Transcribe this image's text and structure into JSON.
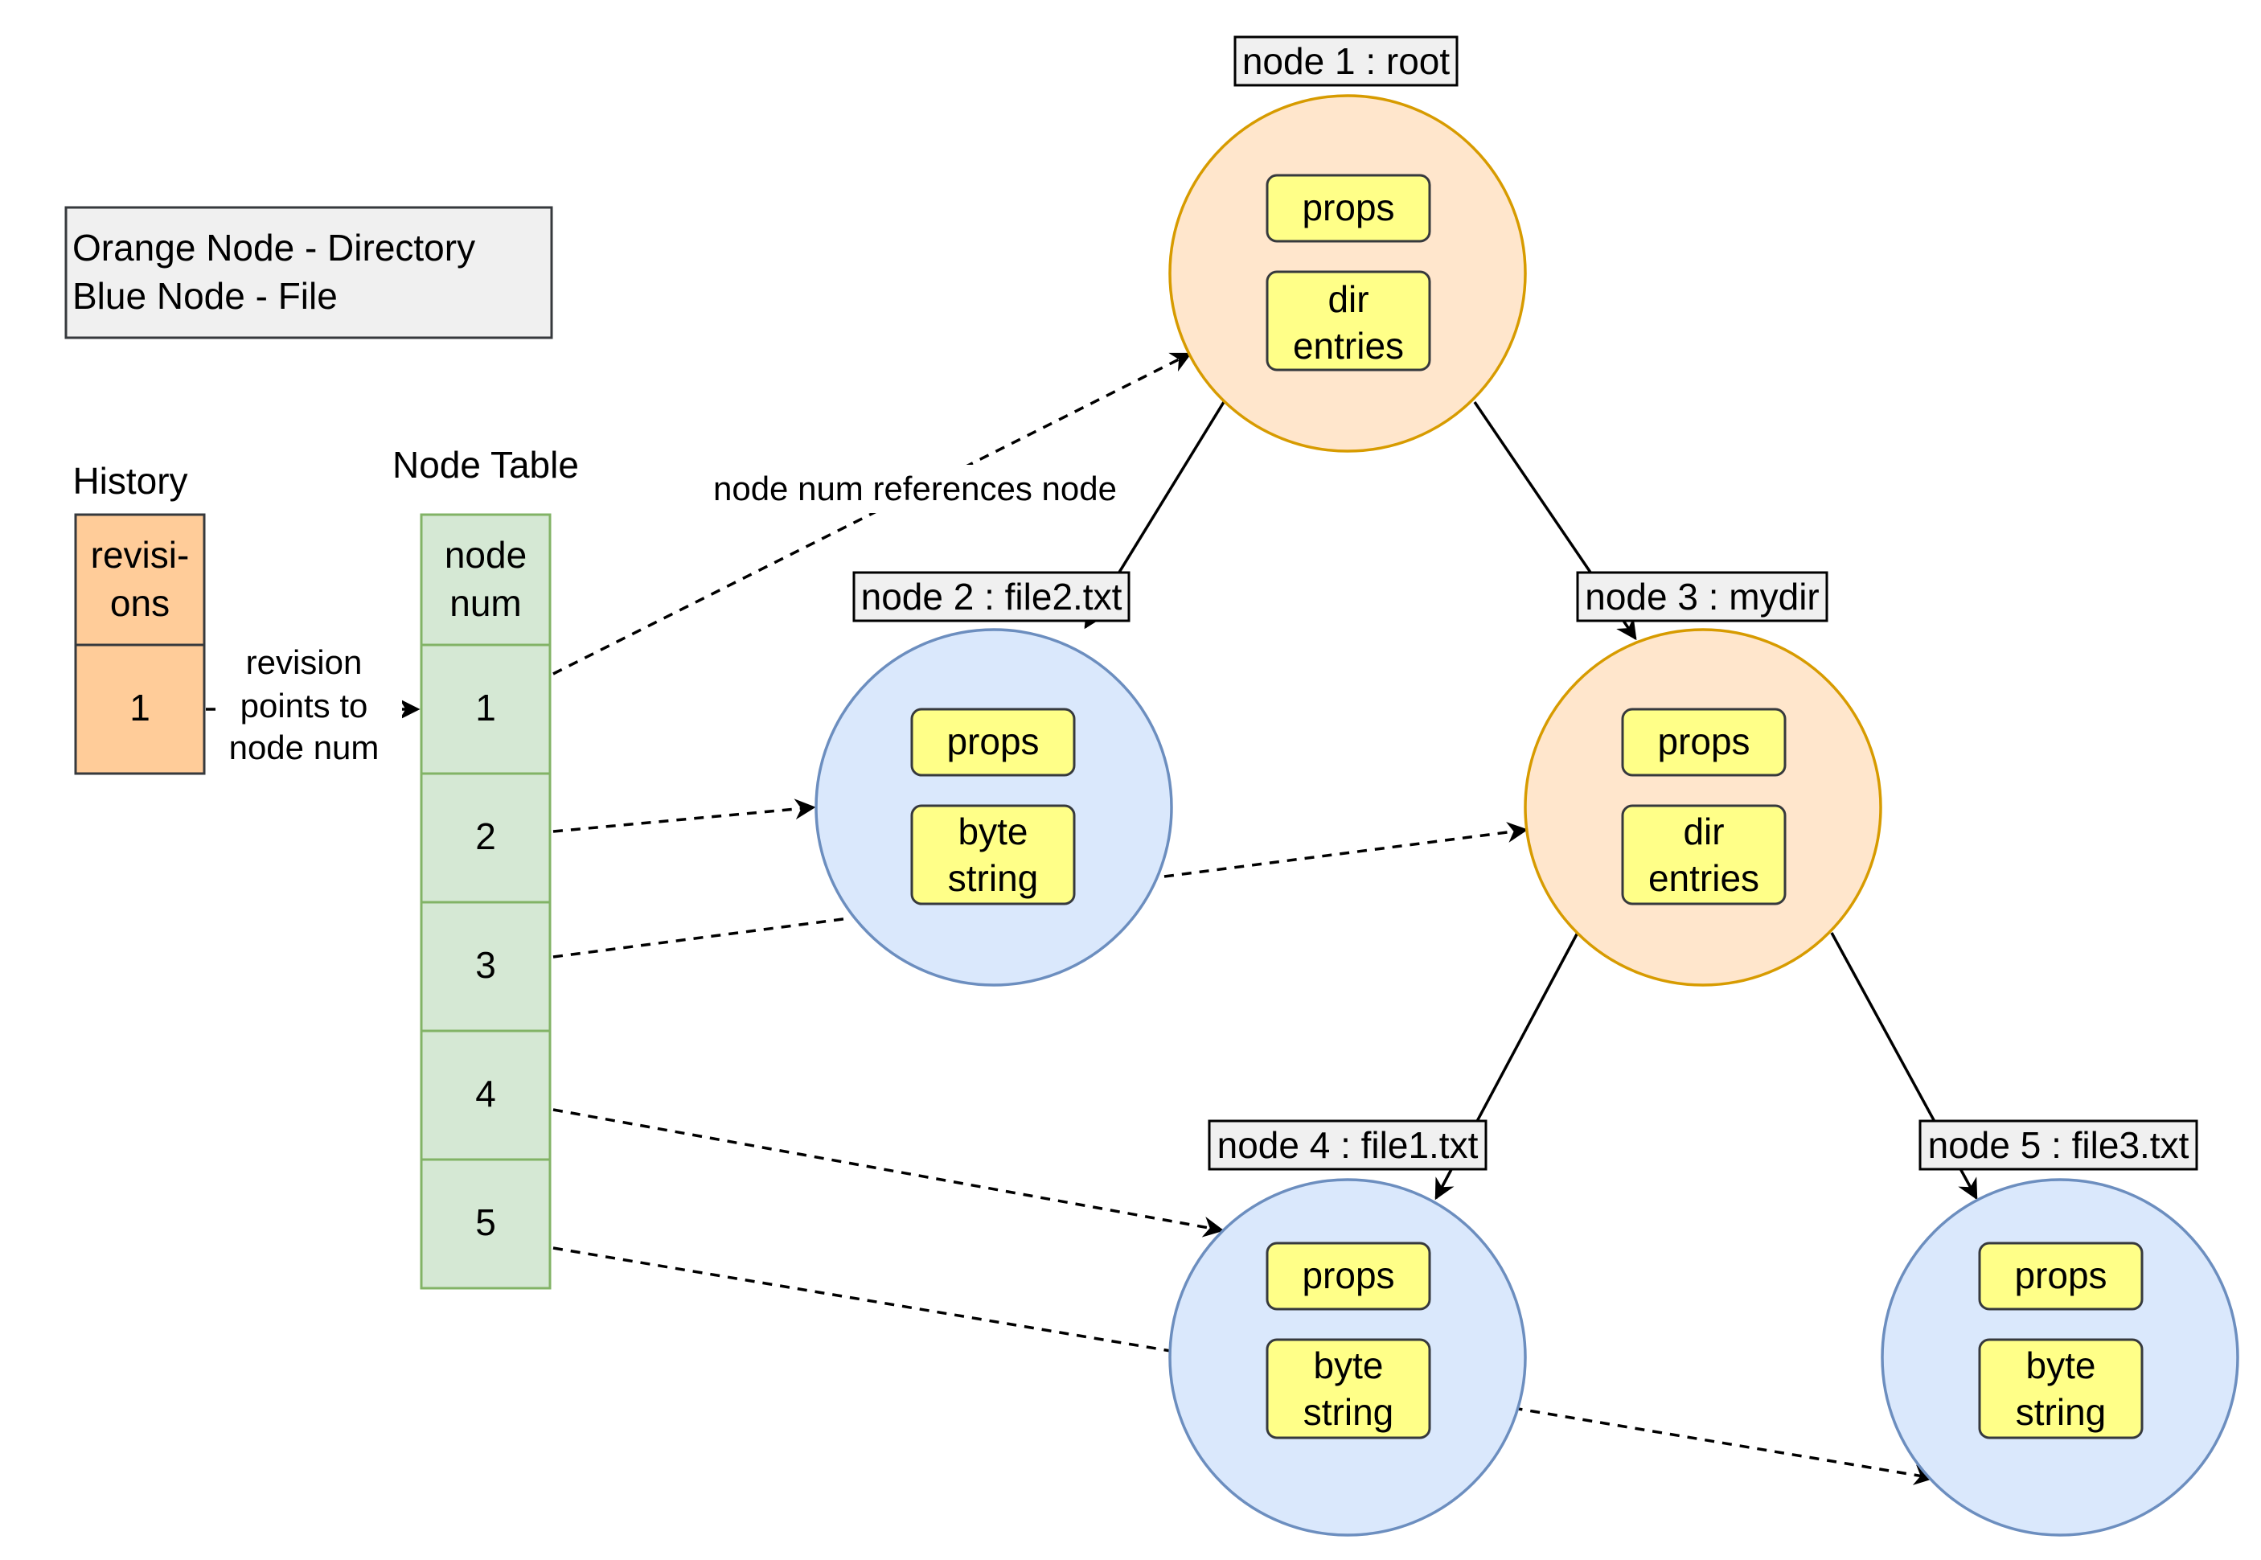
{
  "legend": {
    "lines": [
      "Orange Node - Directory",
      "Blue Node - File"
    ]
  },
  "history": {
    "title": "History",
    "header_lines": [
      "revisi-",
      "ons"
    ],
    "rows": [
      "1"
    ]
  },
  "node_table": {
    "title": "Node Table",
    "header_lines": [
      "node",
      "num"
    ],
    "rows": [
      "1",
      "2",
      "3",
      "4",
      "5"
    ]
  },
  "annotations": {
    "revision_points": [
      "revision",
      "points to",
      "node num"
    ],
    "node_num_references": "node num references node"
  },
  "nodes": [
    {
      "id": "node1",
      "label": "node 1 : root",
      "kind": "directory",
      "parts": [
        [
          "props"
        ],
        [
          "dir",
          "entries"
        ]
      ]
    },
    {
      "id": "node2",
      "label": "node 2 : file2.txt",
      "kind": "file",
      "parts": [
        [
          "props"
        ],
        [
          "byte",
          "string"
        ]
      ]
    },
    {
      "id": "node3",
      "label": "node 3 : mydir",
      "kind": "directory",
      "parts": [
        [
          "props"
        ],
        [
          "dir",
          "entries"
        ]
      ]
    },
    {
      "id": "node4",
      "label": "node 4 : file1.txt",
      "kind": "file",
      "parts": [
        [
          "props"
        ],
        [
          "byte",
          "string"
        ]
      ]
    },
    {
      "id": "node5",
      "label": "node 5 : file3.txt",
      "kind": "file",
      "parts": [
        [
          "props"
        ],
        [
          "byte",
          "string"
        ]
      ]
    }
  ],
  "colors": {
    "directory_fill": "#FFE6CC",
    "directory_stroke": "#D79B00",
    "file_fill": "#DAE8FC",
    "file_stroke": "#6C8EBF",
    "table_fill": "#D5E8D4",
    "table_stroke": "#82B366",
    "history_fill": "#FFCC99",
    "history_stroke": "#36393D",
    "part_fill": "#FFFF88",
    "part_stroke": "#36393D",
    "label_fill": "#F0F0F0",
    "legend_fill": "#F0F0F0"
  }
}
